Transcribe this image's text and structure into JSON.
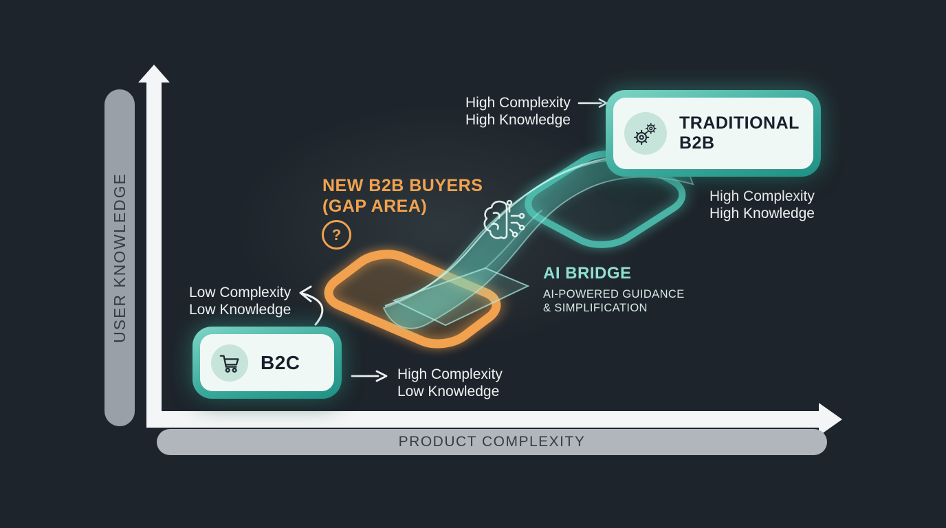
{
  "title": "B2B buyer knowledge-complexity gap diagram",
  "colors": {
    "background": "#1e242b",
    "accent_teal": "#3aa99b",
    "accent_teal_light": "#8fdfd2",
    "accent_orange": "#f2a24f",
    "card_inner": "#f0f8f5",
    "icon_circle": "#c6e4da",
    "axis_white": "#f3f5f6",
    "pill_gray": "#a2a7af",
    "text_white": "#eef1f2",
    "text_dark": "#15202b"
  },
  "axes": {
    "y_label": "USER KNOWLEDGE",
    "x_label": "PRODUCT COMPLEXITY"
  },
  "cards": {
    "b2c": {
      "label": "B2C",
      "icon": "shopping-cart-icon"
    },
    "traditional_b2b": {
      "label": "TRADITIONAL B2B",
      "icon": "gears-icon"
    }
  },
  "gap_area": {
    "title_line1": "NEW B2B BUYERS",
    "title_line2": "(GAP AREA)",
    "badge_mark": "?",
    "icon": "question-mark-icon"
  },
  "ai_bridge": {
    "title": "AI BRIDGE",
    "subtitle_line1": "AI-POWERED GUIDANCE",
    "subtitle_line2": "& SIMPLIFICATION",
    "icon": "brain-circuit-icon"
  },
  "quadrant_labels": {
    "top": {
      "line1": "High Complexity",
      "line2": "High Knowledge"
    },
    "right": {
      "line1": "High Complexity",
      "line2": "High Knowledge"
    },
    "left": {
      "line1": "Low Complexity",
      "line2": "Low Knowledge"
    },
    "bottom": {
      "line1": "High Complexity",
      "line2": "Low Knowledge"
    }
  }
}
